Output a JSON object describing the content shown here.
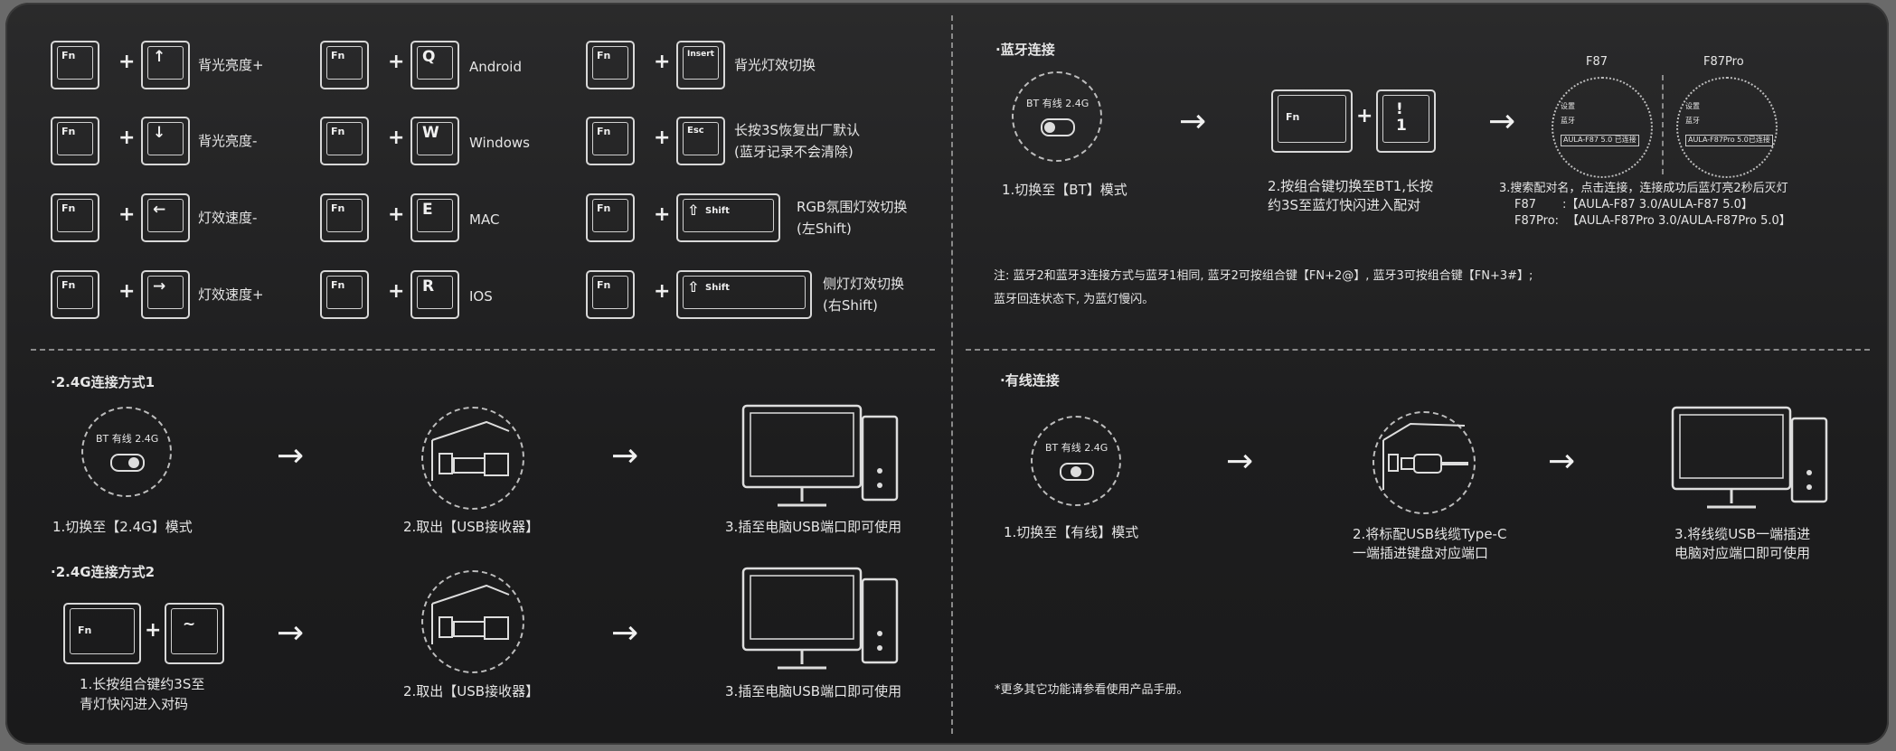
{
  "shortcuts": [
    {
      "key": "↑",
      "label": "背光亮度+"
    },
    {
      "key": "↓",
      "label": "背光亮度-"
    },
    {
      "key": "←",
      "label": "灯效速度-"
    },
    {
      "key": "→",
      "label": "灯效速度+"
    },
    {
      "key": "Q",
      "label": "Android"
    },
    {
      "key": "W",
      "label": "Windows"
    },
    {
      "key": "E",
      "label": "MAC"
    },
    {
      "key": "R",
      "label": "IOS"
    },
    {
      "key": "Insert",
      "label": "背光灯效切换"
    },
    {
      "key": "Esc",
      "label": "长按3S恢复出厂默认",
      "label2": "(蓝牙记录不会清除)"
    },
    {
      "key": "Shift",
      "label": "RGB氛围灯效切换",
      "label2": "(左Shift)"
    },
    {
      "key": "Shift",
      "label": "侧灯灯效切换",
      "label2": "(右Shift)"
    }
  ],
  "fn_key": "Fn",
  "plus": "+",
  "arrow": "→",
  "switch": {
    "bt": "BT",
    "wired": "有线",
    "g24": "2.4G"
  },
  "bluetooth": {
    "title": "·蓝牙连接",
    "step1": "1.切换至【BT】模式",
    "key2": "!",
    "key2b": "1",
    "step2_line1": "2.按组合键切换至BT1,长按",
    "step2_line2": "约3S至蓝灯快闪进入配对",
    "model1": "F87",
    "model2": "F87Pro",
    "step3_line1": "3.搜索配对名，点击连接，连接成功后蓝灯亮2秒后灭灯",
    "step3_f87_label": "F87",
    "step3_f87": ":【AULA-F87 3.0/AULA-F87 5.0】",
    "step3_pro_label": "F87Pro:",
    "step3_pro": "【AULA-F87Pro 3.0/AULA-F87Pro 5.0】",
    "phone1_rows": [
      "设置",
      "蓝牙",
      "AULA-F87 5.0 已连接"
    ],
    "phone2_rows": [
      "设置",
      "蓝牙",
      "AULA-F87Pro 5.0已连接"
    ],
    "note_line1": "注: 蓝牙2和蓝牙3连接方式与蓝牙1相同, 蓝牙2可按组合键【FN+2@】, 蓝牙3可按组合键【FN+3#】;",
    "note_line2": "蓝牙回连状态下, 为蓝灯慢闪。"
  },
  "g24_1": {
    "title": "·2.4G连接方式1",
    "step1": "1.切换至【2.4G】模式",
    "step2": "2.取出【USB接收器】",
    "step3": "3.插至电脑USB端口即可使用"
  },
  "g24_2": {
    "title": "·2.4G连接方式2",
    "key2": "~",
    "step1_line1": "1.长按组合键约3S至",
    "step1_line2": "青灯快闪进入对码",
    "step2": "2.取出【USB接收器】",
    "step3": "3.插至电脑USB端口即可使用"
  },
  "wired": {
    "title": "·有线连接",
    "step1": "1.切换至【有线】模式",
    "step2_line1": "2.将标配USB线缆Type-C",
    "step2_line2": "一端插进键盘对应端口",
    "step3_line1": "3.将线缆USB一端插进",
    "step3_line2": "电脑对应端口即可使用"
  },
  "footer_note": "*更多其它功能请参看使用产品手册。"
}
